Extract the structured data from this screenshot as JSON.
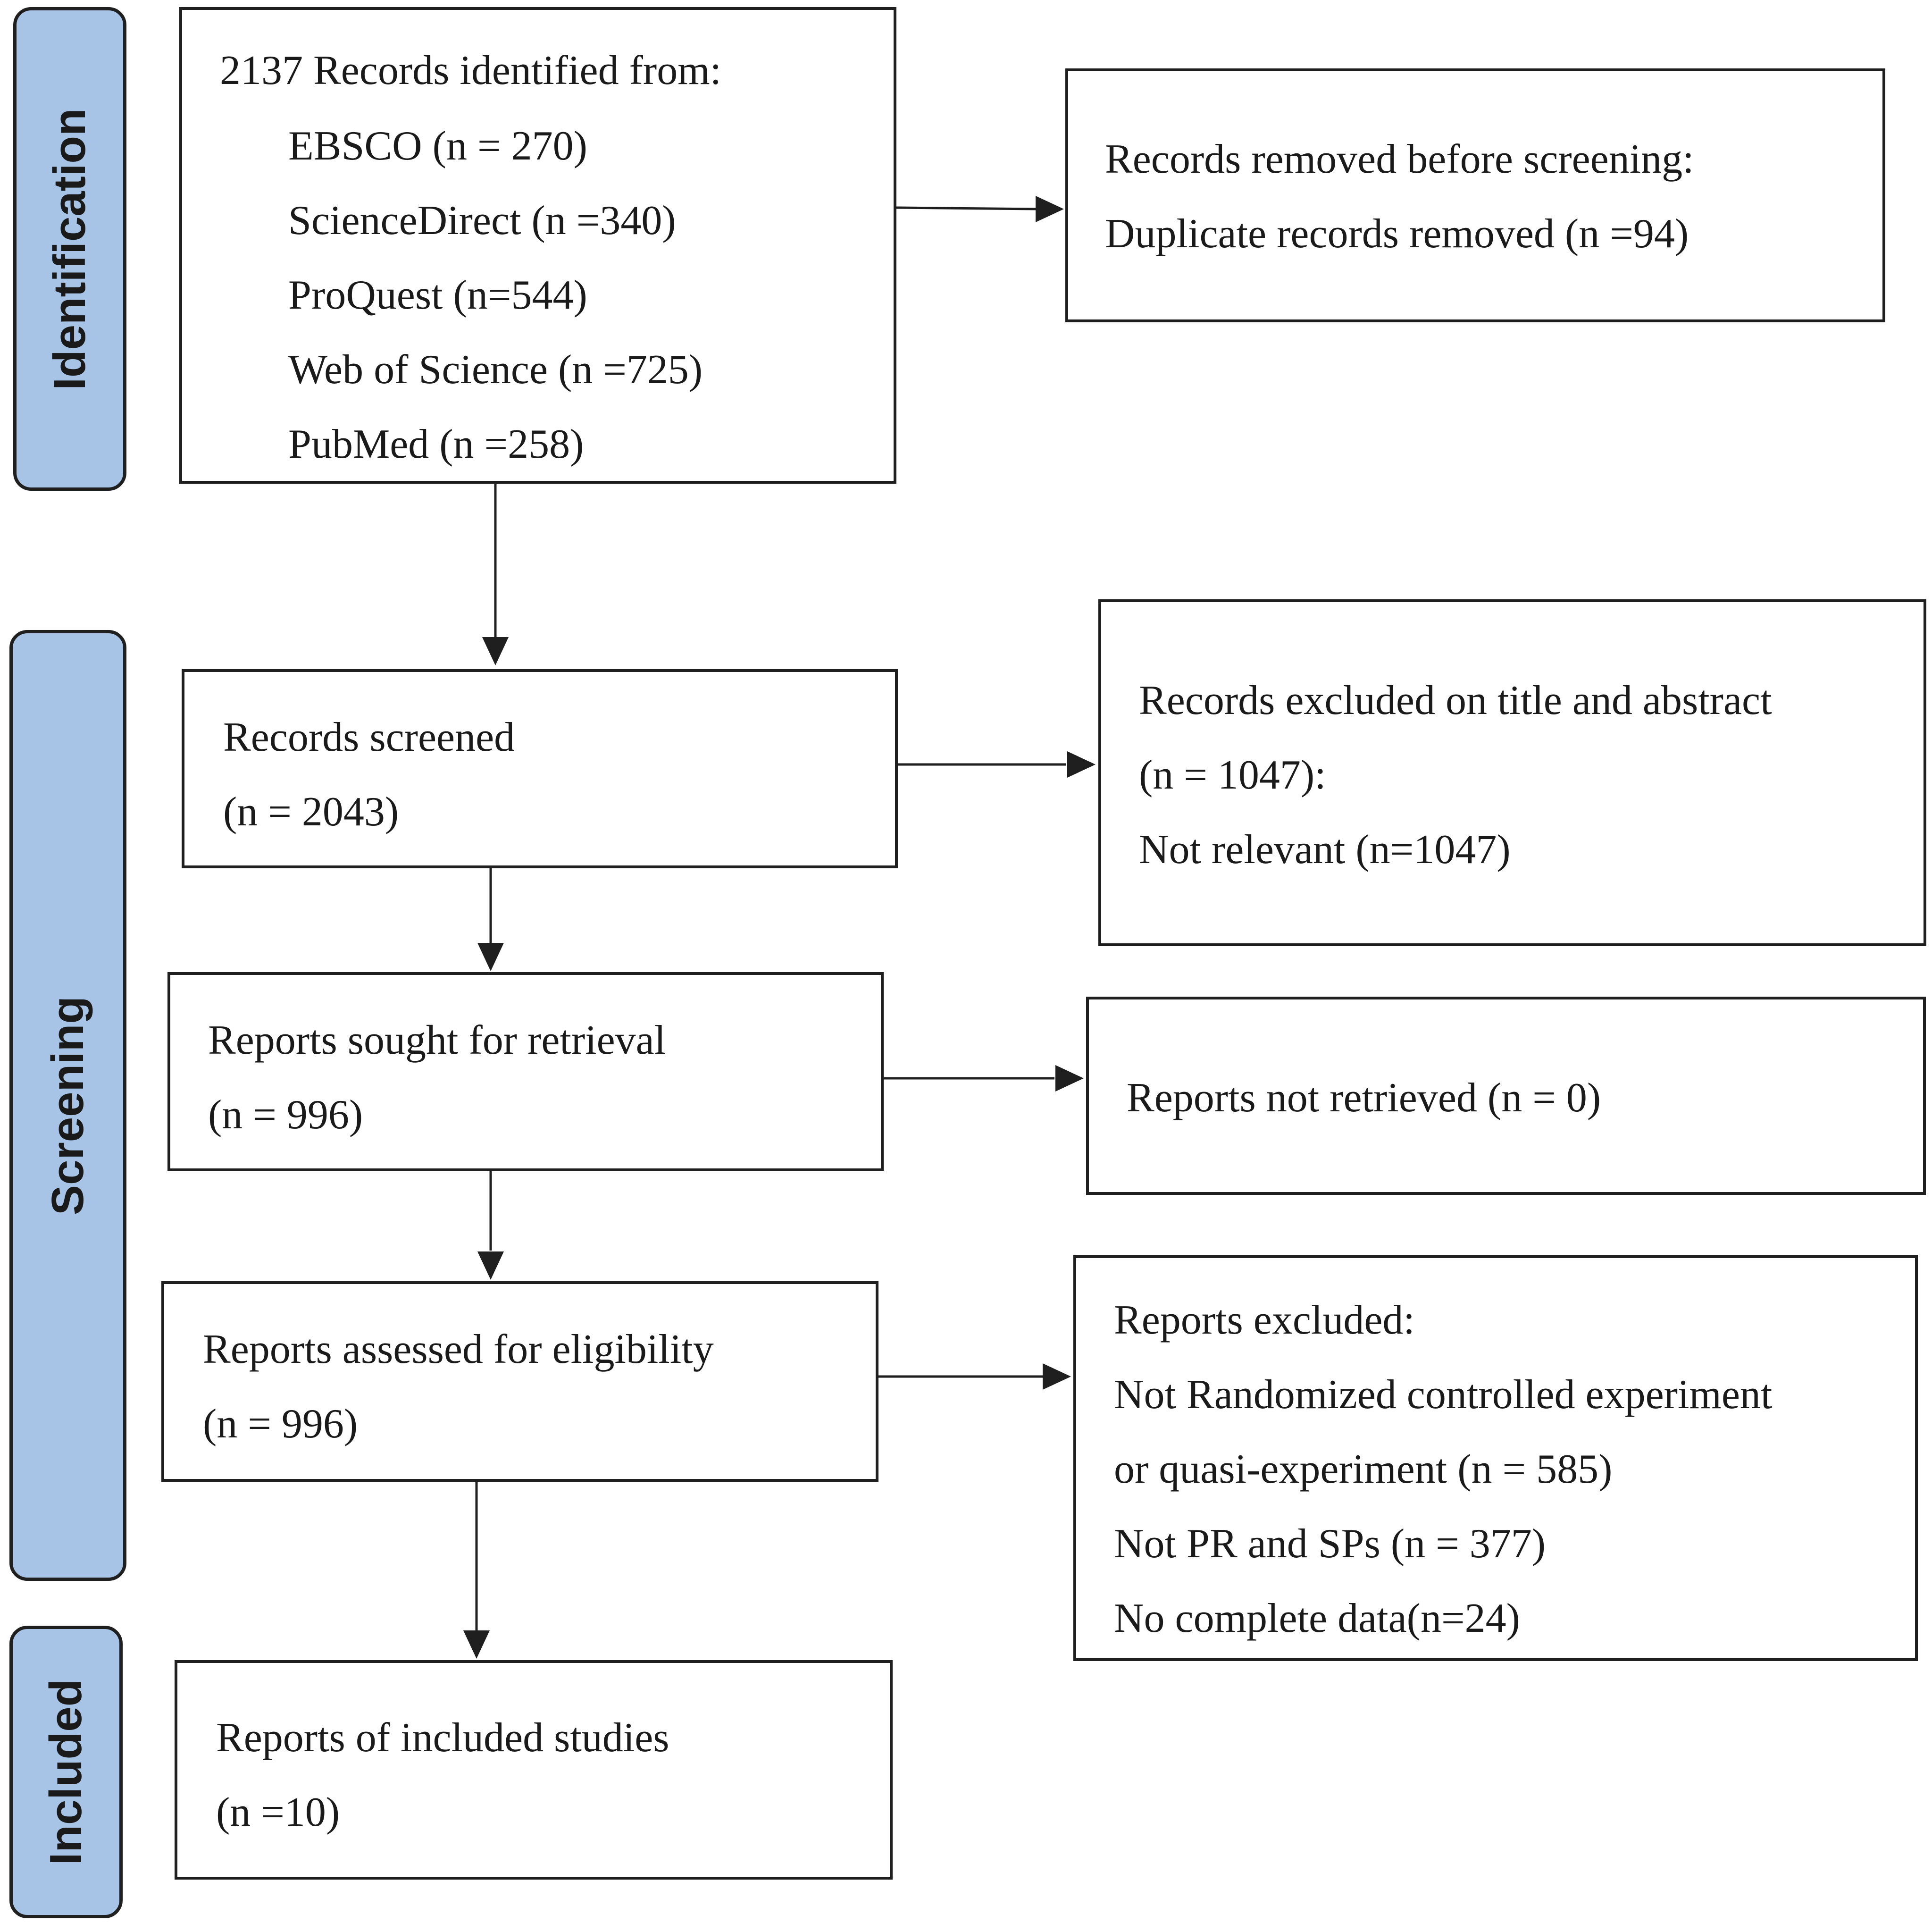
{
  "phases": {
    "identification": "Identification",
    "screening": "Screening",
    "included": "Included"
  },
  "boxes": {
    "identified": {
      "title": "2137 Records identified from:",
      "sources": [
        "EBSCO (n = 270)",
        "ScienceDirect (n =340)",
        "ProQuest (n=544)",
        "Web of Science (n =725)",
        "PubMed (n =258)"
      ]
    },
    "removed": {
      "line1": "Records removed before screening:",
      "line2": "Duplicate records removed (n =94)"
    },
    "screened": {
      "line1": "Records screened",
      "line2": "(n = 2043)"
    },
    "excluded_title": {
      "line1": "Records excluded on title and abstract",
      "line2": "(n = 1047):",
      "line3": "Not relevant (n=1047)"
    },
    "sought": {
      "line1": "Reports sought for retrieval",
      "line2": "(n = 996)"
    },
    "not_retrieved": {
      "line1": "Reports not retrieved (n = 0)"
    },
    "assessed": {
      "line1": "Reports assessed for eligibility",
      "line2": "(n = 996)"
    },
    "reports_excluded": {
      "lines": [
        "Reports excluded:",
        "Not Randomized controlled experiment",
        "or quasi-experiment (n = 585)",
        "Not PR and SPs (n = 377)",
        "No complete data(n=24)"
      ]
    },
    "included": {
      "line1": "Reports of included studies",
      "line2": "(n =10)"
    }
  },
  "colors": {
    "phase_fill": "#a7c4e6",
    "stroke": "#1f1f1f"
  }
}
